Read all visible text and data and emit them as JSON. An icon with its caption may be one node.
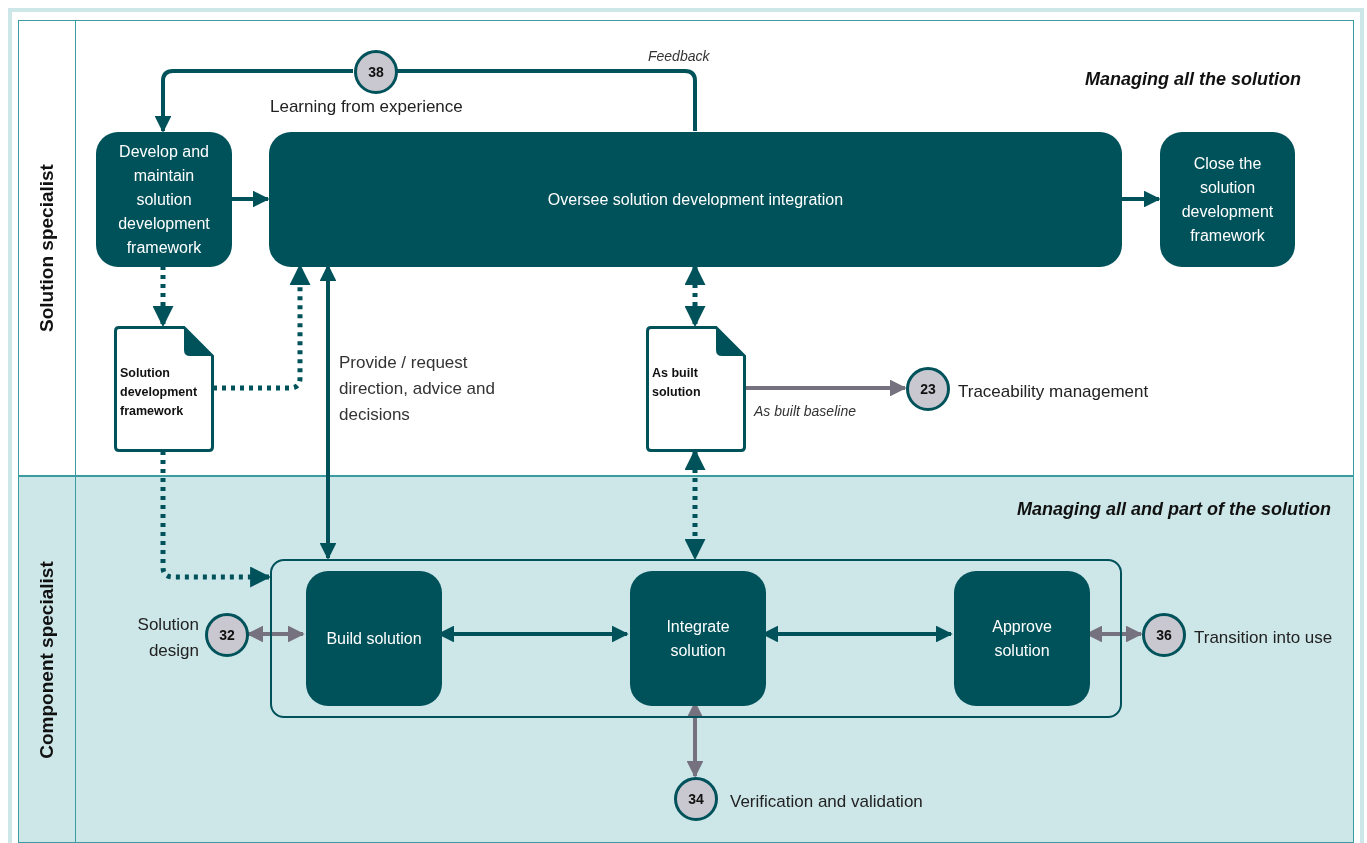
{
  "diagram": {
    "nodes": [
      {
        "text": [
          "Solution specialist",
          "Managing all the solution"
        ]
      },
      {
        "text": [
          "Component specialist",
          "Managing all and part of the solution"
        ]
      },
      {
        "text": [
          "Develop and maintain solution development framework"
        ],
        "in": 0
      },
      {
        "text": [
          "Oversee solution development integration"
        ],
        "in": 0
      },
      {
        "text": [
          "Close the solution development framework"
        ],
        "in": 0
      },
      {
        "text": [
          "Solution development framework"
        ],
        "in": 0
      },
      {
        "text": [
          "As built solution"
        ],
        "in": 0
      },
      {
        "text": [
          "38"
        ],
        "beside": [
          "Learning from experience"
        ],
        "in": 0
      },
      {
        "text": [
          "23"
        ],
        "beside": [
          "Traceability management"
        ],
        "in": 0
      },
      {
        "text": [],
        "shape": "box",
        "in": 1
      },
      {
        "text": [
          "Build solution"
        ],
        "in": 9
      },
      {
        "text": [
          "Integrate solution"
        ],
        "in": 9
      },
      {
        "text": [
          "Approve solution"
        ],
        "in": 9
      },
      {
        "text": [
          "32"
        ],
        "beside": [
          "Solution design"
        ],
        "in": 1
      },
      {
        "text": [
          "36"
        ],
        "beside": [
          "Transition into use"
        ],
        "in": 1
      },
      {
        "text": [
          "34"
        ],
        "beside": [
          "Verification and validation"
        ],
        "in": 1
      }
    ],
    "edges": [
      {
        "from": 3,
        "to": 7,
        "arrow": "none",
        "label": "Feedback"
      },
      {
        "from": 7,
        "to": 2,
        "arrow": "to"
      },
      {
        "from": 2,
        "to": 3,
        "arrow": "to"
      },
      {
        "from": 3,
        "to": 4,
        "arrow": "to"
      },
      {
        "from": 2,
        "to": 5,
        "arrow": "to",
        "style": "dashed"
      },
      {
        "from": 5,
        "to": 3,
        "arrow": "to",
        "style": "dashed"
      },
      {
        "from": 5,
        "to": 9,
        "arrow": "to",
        "style": "dashed"
      },
      {
        "from": 3,
        "to": 9,
        "arrow": "both",
        "label": "Provide / request direction, advice and decisions"
      },
      {
        "from": 3,
        "to": 6,
        "arrow": "both",
        "style": "dashed"
      },
      {
        "from": 6,
        "to": 9,
        "arrow": "both",
        "style": "dashed"
      },
      {
        "from": 6,
        "to": 8,
        "arrow": "to",
        "label": "As built baseline",
        "color": "#76717f"
      },
      {
        "from": 13,
        "to": 10,
        "arrow": "both",
        "color": "#76717f"
      },
      {
        "from": 10,
        "to": 11,
        "arrow": "both"
      },
      {
        "from": 11,
        "to": 12,
        "arrow": "both"
      },
      {
        "from": 12,
        "to": 14,
        "arrow": "both",
        "color": "#76717f"
      },
      {
        "from": 11,
        "to": 15,
        "arrow": "both",
        "color": "#76717f"
      }
    ]
  }
}
